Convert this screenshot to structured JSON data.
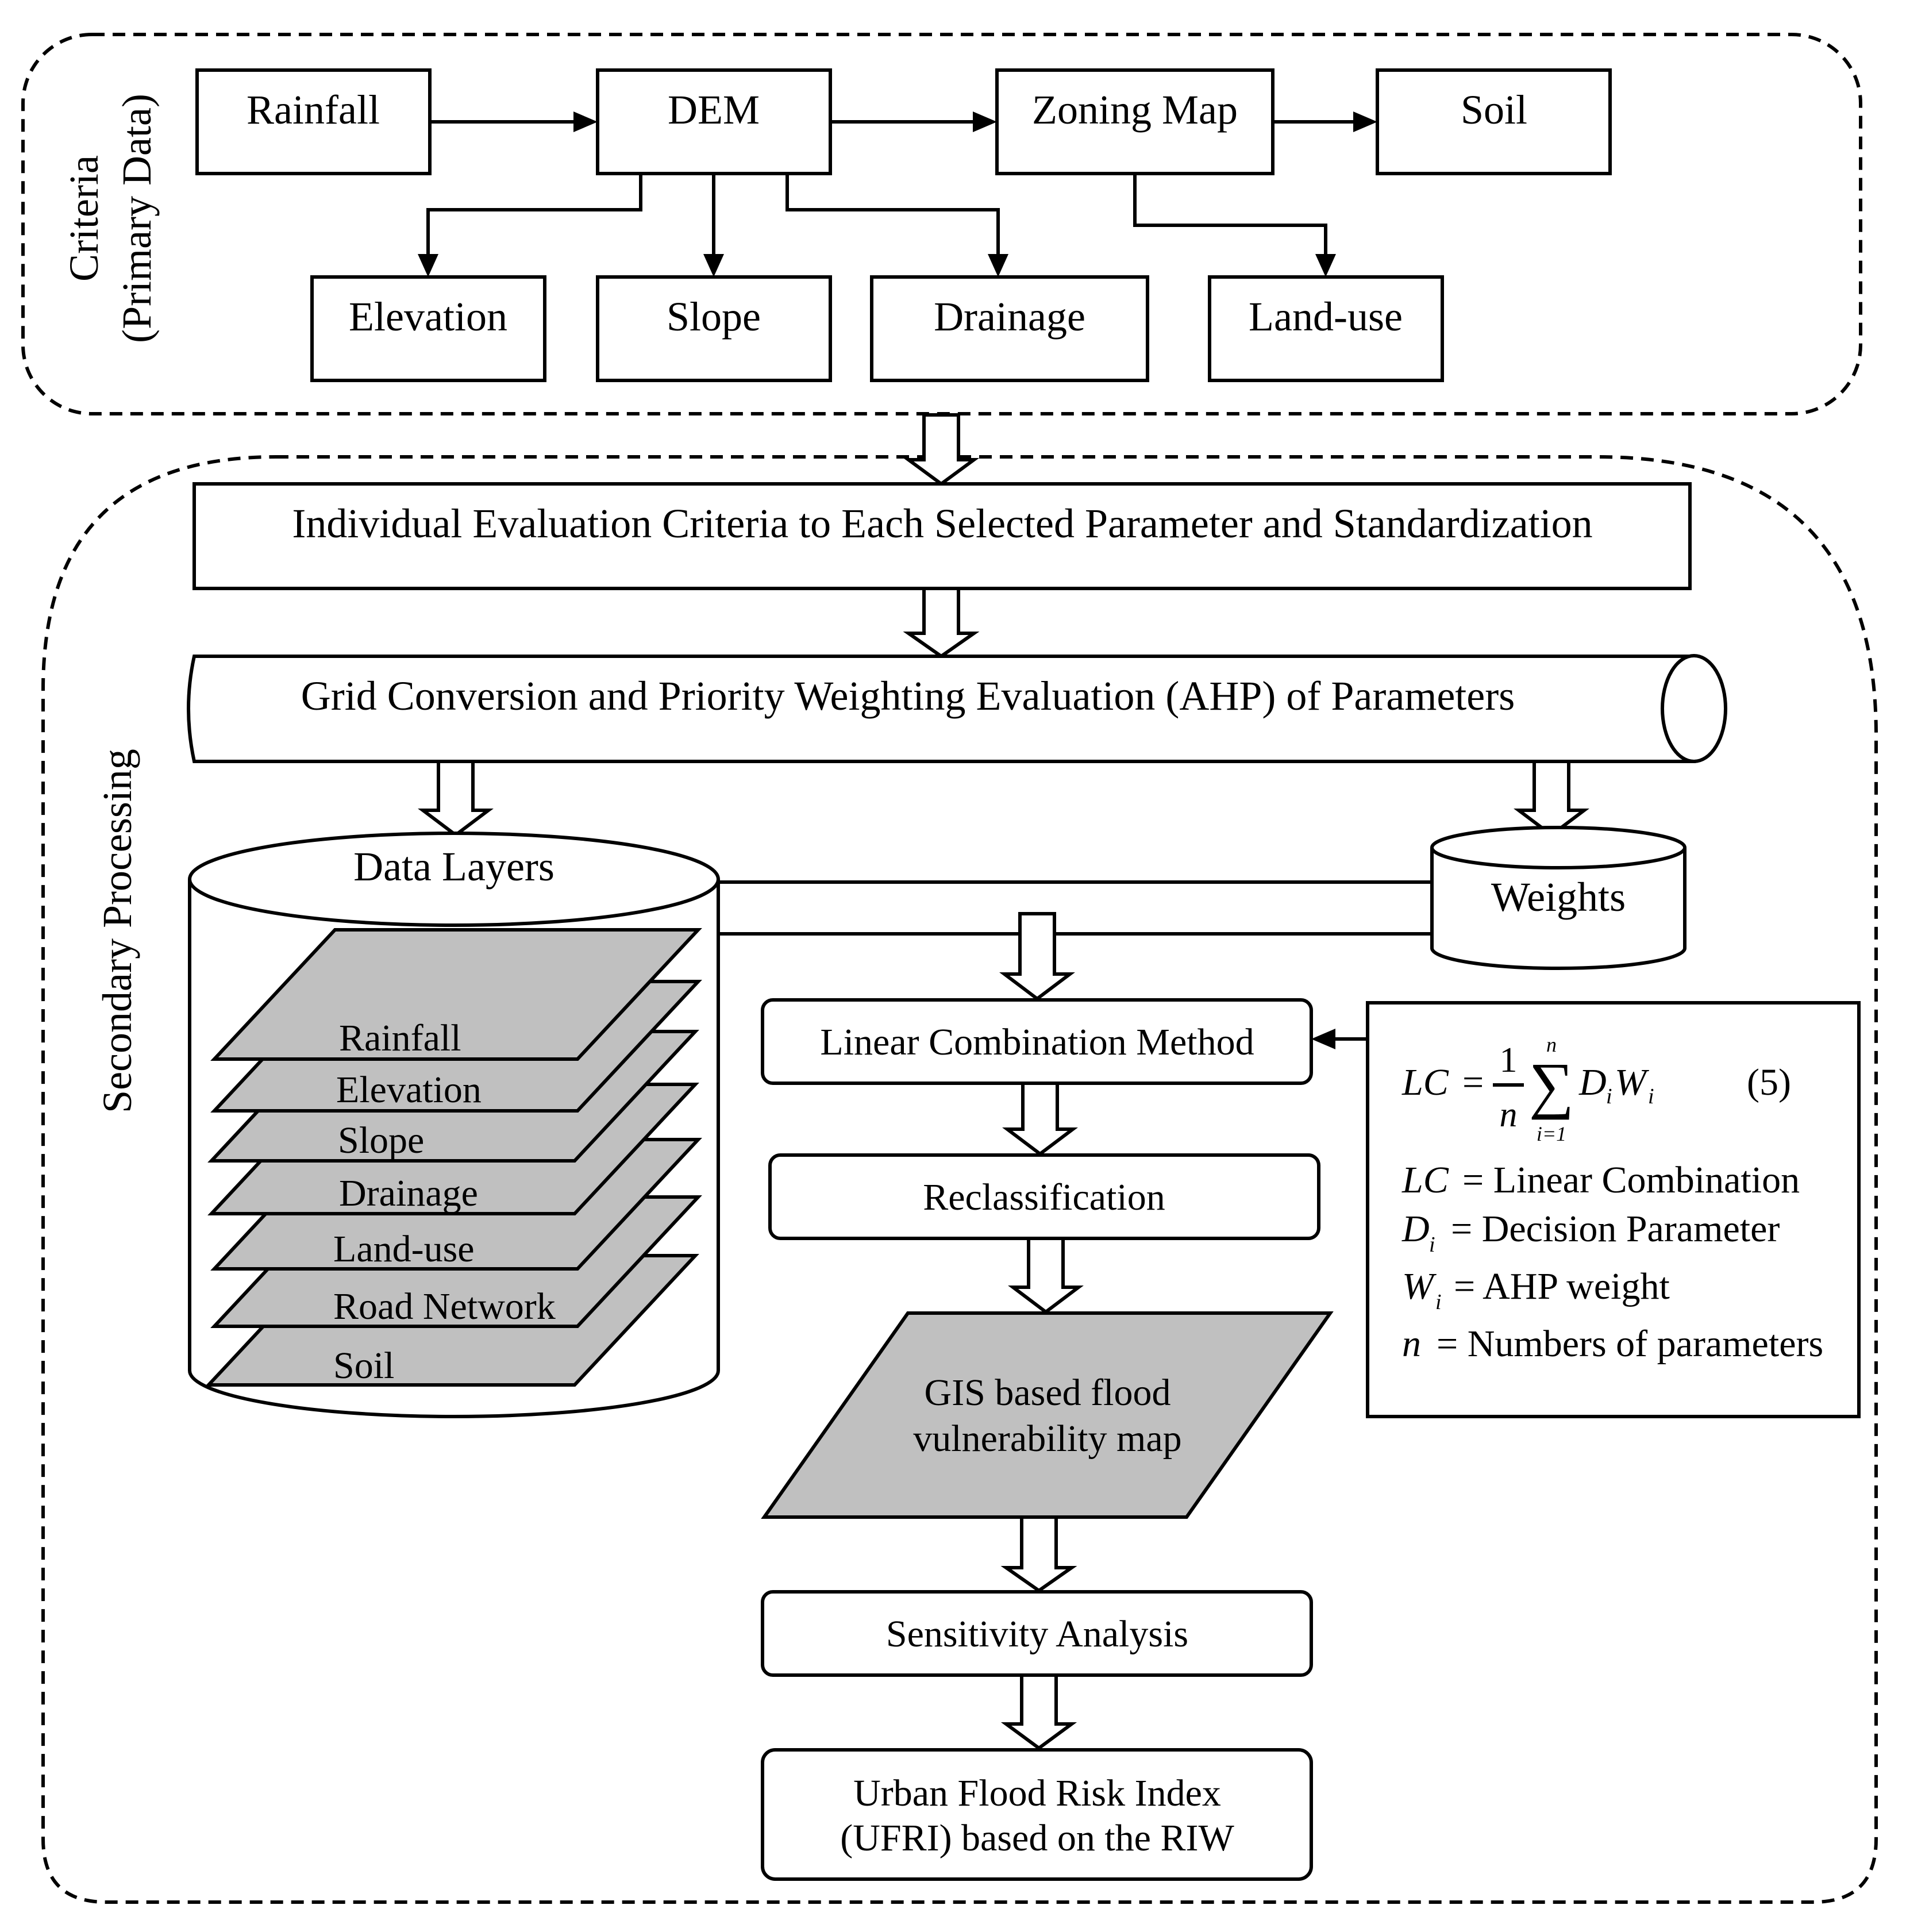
{
  "sections": {
    "primary_title_line1": "Criteria",
    "primary_title_line2": "(Primary Data)",
    "secondary_title": "Secondary Processing"
  },
  "criteria": {
    "rainfall": "Rainfall",
    "dem": "DEM",
    "zoning_map": "Zoning Map",
    "soil": "Soil",
    "elevation": "Elevation",
    "slope": "Slope",
    "drainage": "Drainage",
    "land_use": "Land-use"
  },
  "processing": {
    "evaluation": "Individual Evaluation Criteria to Each Selected Parameter and Standardization",
    "grid_conversion": "Grid Conversion and Priority Weighting Evaluation (AHP) of Parameters",
    "data_layers_title": "Data Layers",
    "weights": "Weights",
    "linear_combination": "Linear Combination Method",
    "reclassification": "Reclassification",
    "map_line1": "GIS based flood",
    "map_line2": "vulnerability map",
    "sensitivity": "Sensitivity Analysis",
    "ufri_line1": "Urban Flood Risk Index",
    "ufri_line2": "(UFRI) based on the RIW"
  },
  "layers": [
    "Rainfall",
    "Elevation",
    "Slope",
    "Drainage",
    "Land-use",
    "Road Network",
    "Soil"
  ],
  "formula": {
    "lhs": "LC",
    "equals": "=",
    "numerator": "1",
    "denominator": "n",
    "sum_upper": "n",
    "sum_lower": "i=1",
    "sigma": "∑",
    "term_d": "D",
    "term_d_sub": "i",
    "term_w": "W",
    "term_w_sub": "i",
    "eq_number": "(5)",
    "def1_sym": "LC",
    "def1_text": "= Linear Combination",
    "def2_sym": "D",
    "def2_sub": "i",
    "def2_text": "= Decision Parameter",
    "def3_sym": "W",
    "def3_sub": "i",
    "def3_text": "= AHP weight",
    "def4_sym": "n",
    "def4_text": "= Numbers of parameters"
  }
}
